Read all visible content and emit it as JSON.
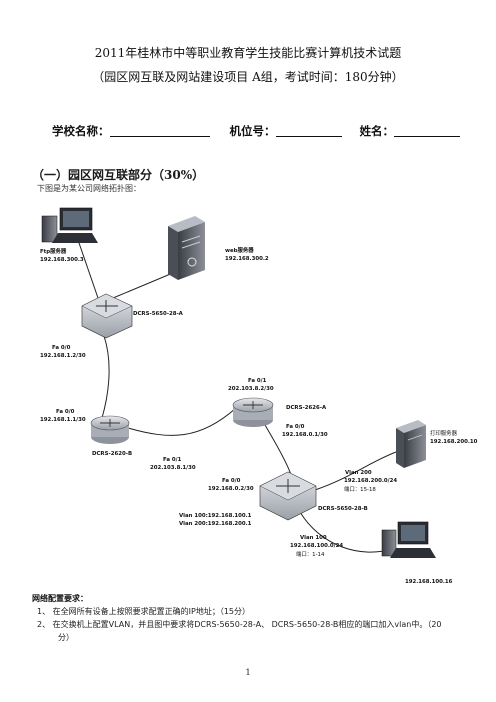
{
  "header": {
    "title": "2011年桂林市中等职业教育学生技能比赛计算机技术试题",
    "subtitle": "（园区网互联及网站建设项目 A组，考试时间：180分钟）"
  },
  "form": {
    "school_label": "学校名称：",
    "seat_label": "机位号：",
    "name_label": "姓名："
  },
  "section": {
    "heading": "（一）园区网互联部分（30%）",
    "intro": "下图是为某公司网络拓扑图："
  },
  "topology": {
    "ftp_name": "Ftp服务器",
    "ftp_ip": "192.168.300.3",
    "web_name": "web服务器",
    "web_ip": "192.168.300.2",
    "sw_a": "DCRS-5650-28-A",
    "sw_a_port_name": "Fa 0/0",
    "sw_a_port_ip": "192.168.1.2/30",
    "r_b": "DCRS-2620-B",
    "r_b_p0_name": "Fa 0/0",
    "r_b_p0_ip": "192.168.1.1/30",
    "r_b_p1_name": "Fa 0/1",
    "r_b_p1_ip": "202.103.8.1/30",
    "r_a": "DCRS-2626-A",
    "r_a_p1_name": "Fa 0/1",
    "r_a_p1_ip": "202.103.8.2/30",
    "r_a_p0_name": "Fa 0/0",
    "r_a_p0_ip": "192.168.0.1/30",
    "print_name": "打印服务器",
    "print_ip": "192.168.200.10",
    "sw_b": "DCRS-5650-28-B",
    "sw_b_port_name": "Fa 0/0",
    "sw_b_port_ip": "192.168.0.2/30",
    "vlan200_name": "Vlan 200",
    "vlan200_net": "192.168.200.0/24",
    "vlan200_ports": "端口：15-18",
    "svi_100": "Vlan 100:192.168.100.1",
    "svi_200": "Vlan 200:192.168.200.1",
    "vlan100_name": "Vlan 100",
    "vlan100_net": "192.168.100.0/24",
    "vlan100_ports": "端口：1-14",
    "pc_ip": "192.168.100.16"
  },
  "requirements": {
    "title": "网络配置要求：",
    "items": [
      "1、 在全网所有设备上按照要求配置正确的IP地址；（15分）",
      "2、 在交换机上配置VLAN，并且图中要求将DCRS-5650-28-A、 DCRS-5650-28-B相应的端口加入vlan中。（20",
      "分）"
    ]
  },
  "footer": {
    "page": "1"
  },
  "colors": {
    "device": "#b8bcc4",
    "device_dark": "#7a7f88",
    "link": "#222222"
  }
}
